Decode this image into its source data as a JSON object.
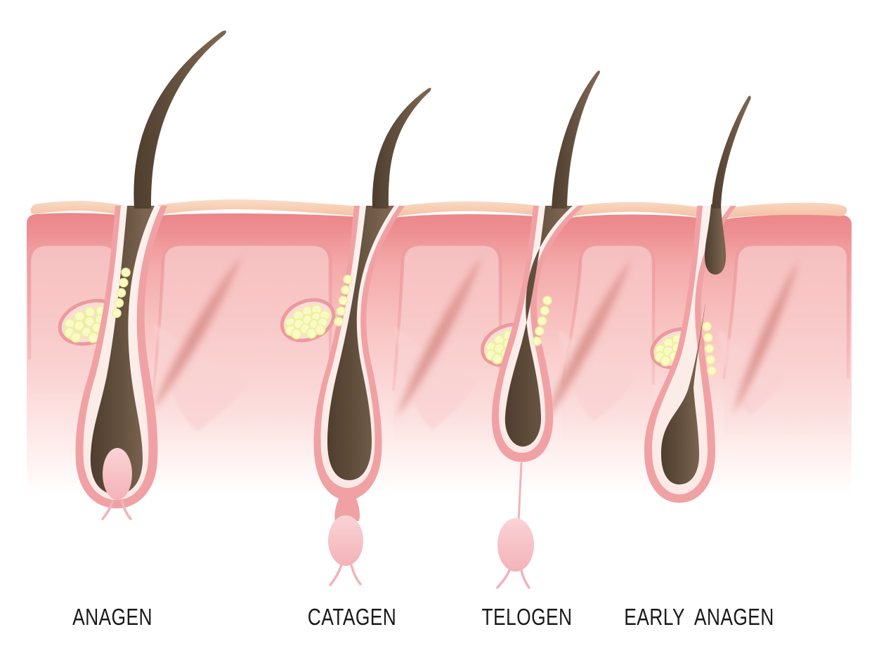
{
  "figure": {
    "background": "#ffffff"
  },
  "stages": [
    {
      "id": "anagen",
      "label": "ANAGEN"
    },
    {
      "id": "catagen",
      "label": "CATAGEN"
    },
    {
      "id": "telogen",
      "label": "TELOGEN"
    },
    {
      "id": "early-anagen",
      "label": "EARLY ANAGEN"
    }
  ],
  "colors": {
    "background": "#ffffff",
    "epidermis_highlight": "#fadcc6",
    "epidermis_surface": "#f6c9ae",
    "epidermis_deep": "#f1b99e",
    "dermis_red": "#eb868a",
    "dermis_pink": "#f4a9a9",
    "dermis_light": "#fbd9d8",
    "tissue_block": "#f9d2d2",
    "tissue_block_border": "#ec9a9d",
    "muscle": "#d98f89",
    "follicle_sheath_outer": "#f0a1a4",
    "follicle_sheath_inner": "#fce9e5",
    "hair_dark": "#4f3d2e",
    "hair_brown": "#63503e",
    "hair_light": "#7b6450",
    "sebaceous_fill": "#fbdcdb",
    "sebaceous_cell": "#fafac5",
    "sebaceous_cell_border": "#edf0a0",
    "papilla": "#f3b3b7",
    "papilla_light": "#fad3d6",
    "label_color": "#1a1a1a"
  }
}
